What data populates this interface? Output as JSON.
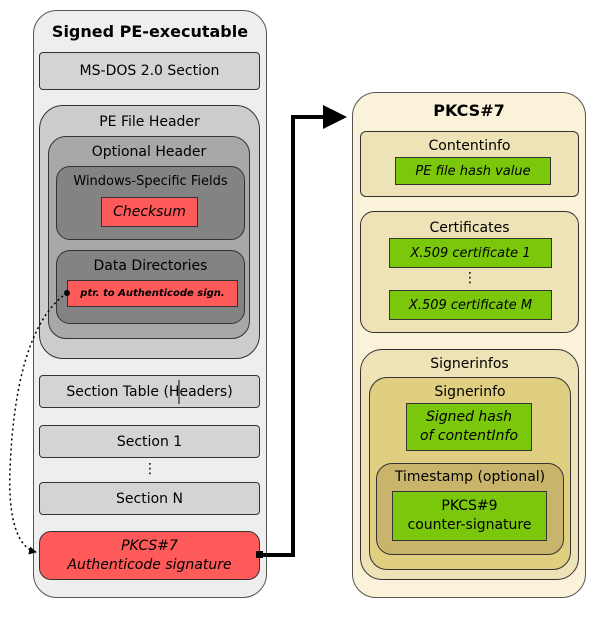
{
  "colors": {
    "outer_gray": "#eeeeee",
    "section_gray": "#d4d4d4",
    "header_gray": "#cccccc",
    "optional_gray": "#a8a8a8",
    "inner_gray": "#838383",
    "red": "#ff5a5a",
    "green": "#7ac70c",
    "cream": "#faf3da",
    "tan": "#ede3b6",
    "khaki": "#e0cf80",
    "olive": "#c8b46a"
  },
  "pe": {
    "title": "Signed PE-executable",
    "msdos": "MS-DOS 2.0 Section",
    "file_header": "PE  File Header",
    "optional_header": "Optional Header",
    "windows_fields": "Windows-Specific Fields",
    "checksum": "Checksum",
    "data_directories": "Data Directories",
    "ptr": "ptr. to Authenticode sign.",
    "section_table": "Section Table (Headers)",
    "section_1": "Section 1",
    "ellipsis": "⋮",
    "section_n": "Section N",
    "sig_line1": "PKCS#7",
    "sig_line2": "Authenticode signature"
  },
  "pkcs7": {
    "title": "PKCS#7",
    "contentinfo": "Contentinfo",
    "pe_hash": "PE file hash value",
    "certificates": "Certificates",
    "cert1": "X.509 certificate 1",
    "ellipsis": "⋮",
    "certM": "X.509 certificate M",
    "signerinfos": "Signerinfos",
    "signerinfo": "Signerinfo",
    "signed_hash_l1": "Signed hash",
    "signed_hash_l2": "of contentInfo",
    "timestamp": "Timestamp (optional)",
    "pkcs9_l1": "PKCS#9",
    "pkcs9_l2": "counter-signature"
  }
}
